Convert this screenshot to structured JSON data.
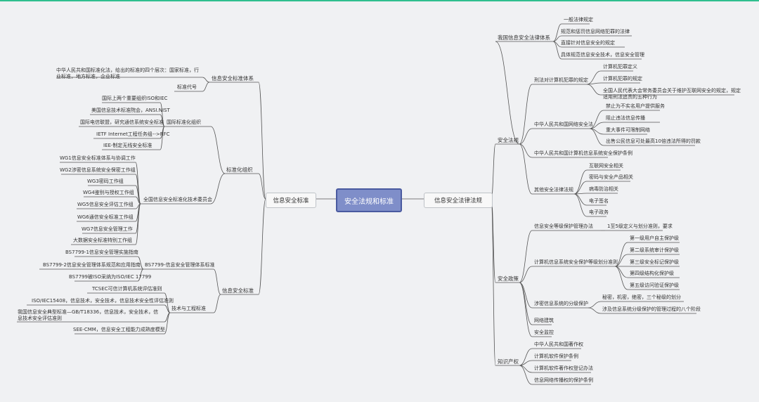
{
  "root": "安全法规和标准",
  "left_branch": {
    "title": "信息安全标准",
    "system": {
      "label": "信息安全标准体系",
      "desc": "中华人民共和国标准化法，给出的标准的四个层次：国家标准，行业标准，地方标准，企业标准",
      "code": "标准代号"
    },
    "orgs": {
      "label": "标准化组织",
      "intl": {
        "label": "国际标准化组织",
        "items": [
          "国际上两个重要组织ISO和IEC",
          "美国信息技术标准院会，ANSI.NIST",
          "国际电信联盟，研究通信系统安全标准",
          "IETF Internet工程任务组-->RFC",
          "IEE-制定无线安全标准"
        ]
      },
      "national": {
        "label": "全国信息安全标准化技术委员会",
        "items": [
          "WG1信息安全标准体系与协调工作",
          "WG2涉密信息系统安全保密工作组",
          "WG3密码工作组",
          "WG4鉴别与授权工作组",
          "WG5信息安全评估工作组",
          "WG6通信安全标准工作组",
          "WG7信息安全管理工作",
          "大数据安全标准特别工作组"
        ]
      }
    },
    "standards": {
      "label": "信息安全标准",
      "bs": {
        "label": "BS7799-信息安全管理体系标准",
        "items": [
          "BS7799-1信息安全管理实施指南",
          "BS7799-2信息安全管理体系规范和应用指南",
          "BS7799被ISO采纳为ISO/IEC 17799"
        ]
      },
      "tech": {
        "label": "技术与工程标准",
        "items": [
          "TCSEC可信计算机系统评估准则",
          "ISO/IEC15408，信息技术，安全技术，信息技术安全性评估准则",
          "我国信息安全典型标准—GB/T18336，信息技术，安全技术，信息技术安全评估准则",
          "SEE-CMM，信息安全工程能力成熟度模型"
        ]
      }
    }
  },
  "right_branch": {
    "title": "信息安全法律法规",
    "laws": {
      "label": "安全法规",
      "system": {
        "label": "我国信息安全法律体系",
        "items": [
          "一般法律规定",
          "规范和惩罚信息网络犯罪的法律",
          "直接针对信息安全的规定",
          "具体规范信息安全技术，信息安全管理"
        ]
      },
      "criminal": {
        "label": "刑法对计算机犯罪的规定",
        "items": [
          "计算机犯罪定义",
          "计算机犯罪的规定",
          "全国人民代表大会常务委员会关于维护互联网安全的规定，规定适用刑法追责的五种行为"
        ]
      },
      "cyber": {
        "label": "中华人民共和国网络安全法",
        "items": [
          "禁止为不实名用户提供服务",
          "阻止违法信息传播",
          "重大事件可限制网络",
          "出售公民信息可处最高10倍违法所得的罚款"
        ]
      },
      "protect_reg": "中华人民共和国计算机信息系统安全保护条例",
      "other": {
        "label": "其他安全法律法规",
        "items": [
          "互联网安全相关",
          "密码与安全产品相关",
          "病毒防治相关",
          "电子签名",
          "电子政务"
        ]
      }
    },
    "policy": {
      "label": "安全政策",
      "grade_admin": {
        "label": "信息安全等级保护管理办法",
        "items": [
          "1至5级定义与划分准则，要求"
        ]
      },
      "grade_levels": {
        "label": "计算机信息系统安全保护等级划分准则",
        "items": [
          "第一级用户自主保护级",
          "第二级系统审计保护级",
          "第三级安全标记保护级",
          "第四级结构化保护级",
          "第五级访问验证保护级"
        ]
      },
      "secret": {
        "label": "涉密信息系统的分级保护",
        "items": [
          "秘密，机密，绝密，三个秘级的划分",
          "涉及信息系统分级保护的管理过程的八个阶段"
        ]
      },
      "items": [
        "网络建筑",
        "安全监控"
      ]
    },
    "ip": {
      "label": "知识产权",
      "items": [
        "中华人民共和国著作权",
        "计算机软件保护条例",
        "计算机软件著作权登记办法",
        "信息网络传播权的保护条例"
      ]
    }
  }
}
